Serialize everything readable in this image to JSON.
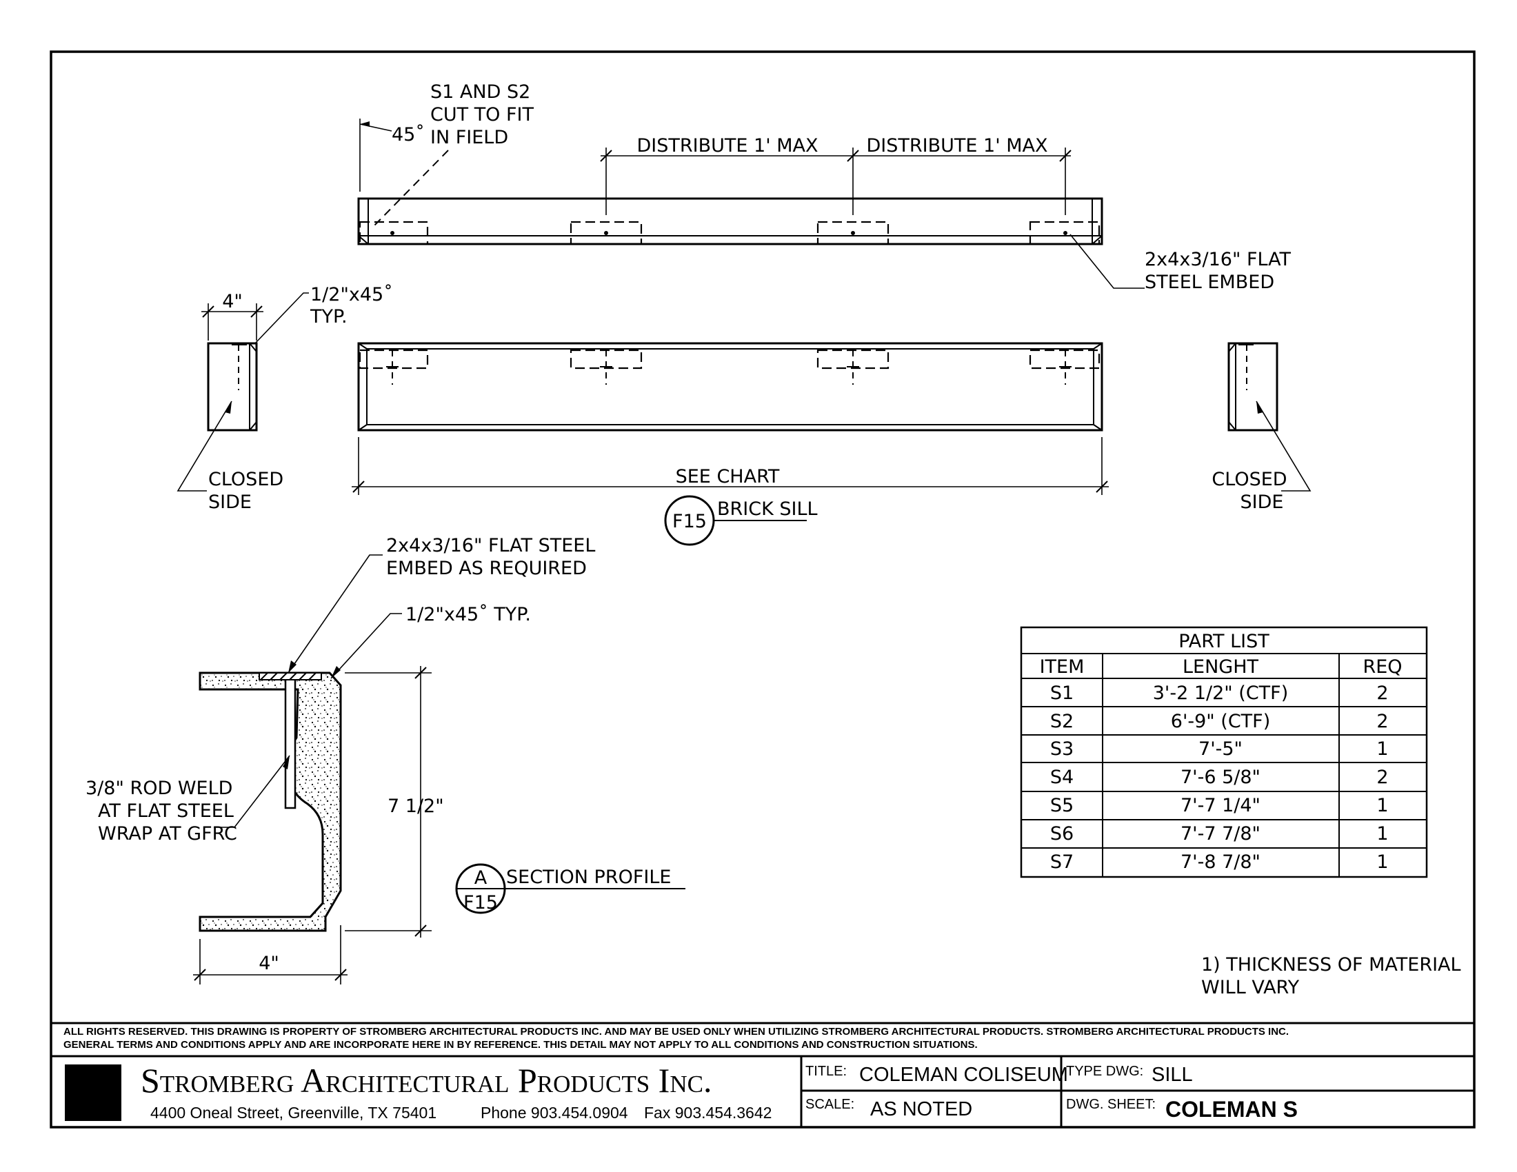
{
  "elevation": {
    "note_cut": [
      "S1 AND S2",
      "CUT TO FIT",
      "IN FIELD"
    ],
    "angle": "45˚",
    "distribute_1": "DISTRIBUTE 1' MAX",
    "distribute_2": "DISTRIBUTE 1' MAX",
    "embed_note": [
      "2x4x3/16\" FLAT",
      "STEEL EMBED"
    ]
  },
  "plan": {
    "width_dim": "4\"",
    "chamfer_note": [
      "1/2\"x45˚",
      "TYP."
    ],
    "closed_side_left": [
      "CLOSED",
      "SIDE"
    ],
    "closed_side_right": [
      "CLOSED",
      "SIDE"
    ],
    "length_dim": "SEE CHART"
  },
  "callout_main": {
    "code": "F15",
    "title": "BRICK SILL"
  },
  "section": {
    "embed_note": [
      "2x4x3/16\" FLAT STEEL",
      "EMBED AS REQUIRED"
    ],
    "chamfer_note": "1/2\"x45˚ TYP.",
    "rod_note": [
      "3/8\" ROD WELD",
      "AT FLAT STEEL",
      "WRAP AT GFRC"
    ],
    "height_dim": "7 1/2\"",
    "width_dim": "4\""
  },
  "callout_section": {
    "letter": "A",
    "code": "F15",
    "title": "SECTION PROFILE"
  },
  "part_list": {
    "title": "PART LIST",
    "headers": [
      "ITEM",
      "LENGHT",
      "REQ"
    ],
    "rows": [
      [
        "S1",
        "3'-2 1/2\" (CTF)",
        "2"
      ],
      [
        "S2",
        "6'-9\" (CTF)",
        "2"
      ],
      [
        "S3",
        "7'-5\"",
        "1"
      ],
      [
        "S4",
        "7'-6 5/8\"",
        "2"
      ],
      [
        "S5",
        "7'-7 1/4\"",
        "1"
      ],
      [
        "S6",
        "7'-7 7/8\"",
        "1"
      ],
      [
        "S7",
        "7'-8 7/8\"",
        "1"
      ]
    ]
  },
  "notes": [
    "1) THICKNESS OF MATERIAL",
    "WILL VARY"
  ],
  "disclaimer": [
    "ALL RIGHTS RESERVED. THIS DRAWING IS PROPERTY OF STROMBERG ARCHITECTURAL PRODUCTS INC. AND MAY BE USED ONLY WHEN UTILIZING STROMBERG ARCHITECTURAL PRODUCTS.  STROMBERG ARCHITECTURAL PRODUCTS INC.",
    "GENERAL TERMS AND CONDITIONS APPLY AND ARE INCORPORATE HERE IN BY REFERENCE.  THIS DETAIL MAY NOT APPLY TO ALL CONDITIONS AND CONSTRUCTION SITUATIONS."
  ],
  "title_block": {
    "company": "Stromberg Architectural Products Inc.",
    "address": "4400 Oneal Street, Greenville, TX  75401",
    "phone": "Phone 903.454.0904",
    "fax": "Fax 903.454.3642",
    "title_key": "TITLE:",
    "title_val": "COLEMAN COLISEUM",
    "scale_key": "SCALE:",
    "scale_val": "AS NOTED",
    "type_key": "TYPE DWG:",
    "type_val": "SILL",
    "sheet_key": "DWG. SHEET:",
    "sheet_val": "COLEMAN S"
  }
}
